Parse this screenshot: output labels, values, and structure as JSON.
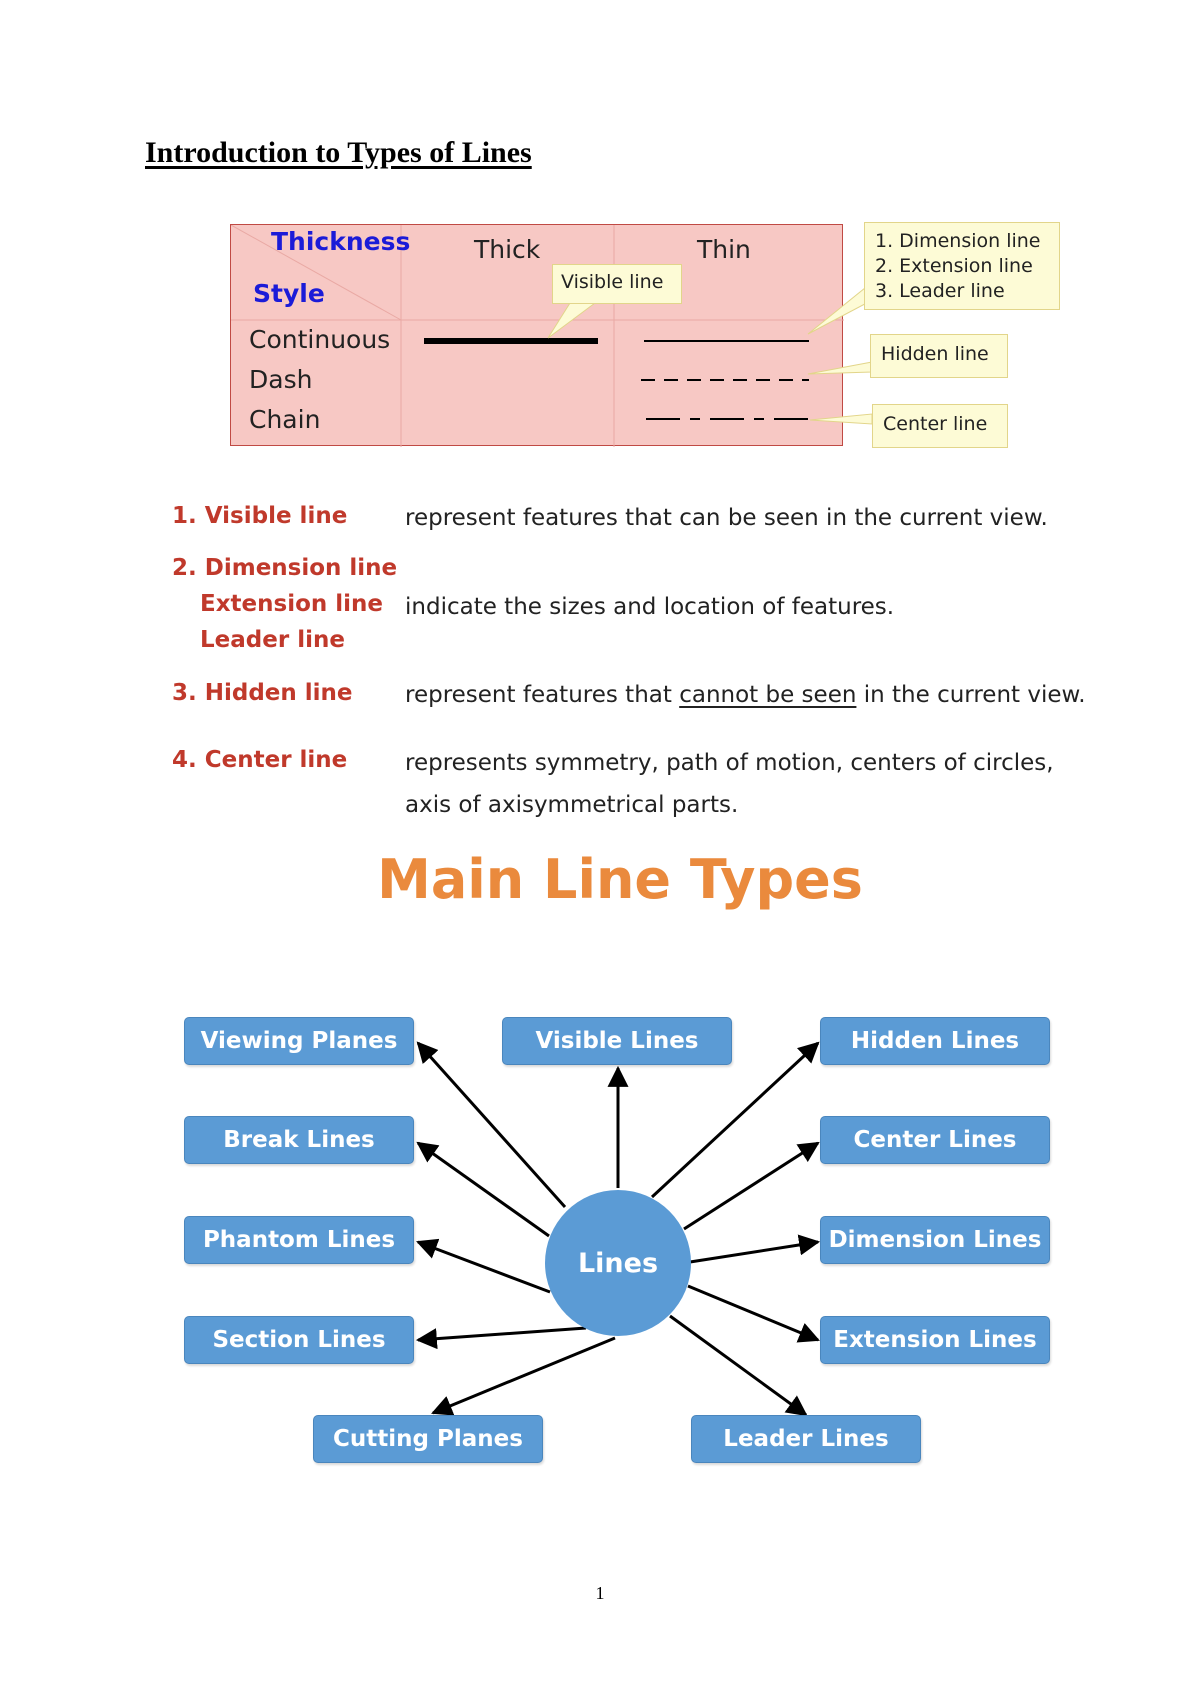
{
  "document": {
    "title": "Introduction to Types of Lines",
    "page_number": "1"
  },
  "line_table": {
    "header_thickness": "Thickness",
    "header_style": "Style",
    "col_thick": "Thick",
    "col_thin": "Thin",
    "rows": [
      "Continuous",
      "Dash",
      "Chain"
    ],
    "callout_visible": "Visible line",
    "callout_dimension": [
      "1. Dimension line",
      "2. Extension line",
      "3. Leader line"
    ],
    "callout_hidden": "Hidden line",
    "callout_center": "Center line"
  },
  "definitions": {
    "visible_term": "1. Visible line",
    "visible_desc": "represent features that can be seen in the current view.",
    "dimension_term_1": "2. Dimension line",
    "dimension_term_2": "Extension line",
    "dimension_term_3": "Leader line",
    "dimension_desc": "indicate the sizes and location of features.",
    "hidden_term": "3. Hidden line",
    "hidden_desc_pre": "represent features that ",
    "hidden_desc_underlined": "cannot be seen",
    "hidden_desc_post": " in the current view.",
    "center_term": "4. Center line",
    "center_desc_1": "represents symmetry, path of motion, centers of circles,",
    "center_desc_2": "axis of axisymmetrical parts."
  },
  "main_line_types": {
    "title": "Main Line Types",
    "hub": "Lines",
    "nodes": {
      "viewing_planes": "Viewing Planes",
      "visible_lines": "Visible Lines",
      "hidden_lines": "Hidden Lines",
      "break_lines": "Break Lines",
      "center_lines": "Center Lines",
      "phantom_lines": "Phantom Lines",
      "dimension_lines": "Dimension Lines",
      "section_lines": "Section Lines",
      "extension_lines": "Extension Lines",
      "cutting_planes": "Cutting Planes",
      "leader_lines": "Leader Lines"
    },
    "colors": {
      "node_fill": "#5b9bd5",
      "title": "#ea8a3d",
      "term": "#c0392b"
    }
  }
}
